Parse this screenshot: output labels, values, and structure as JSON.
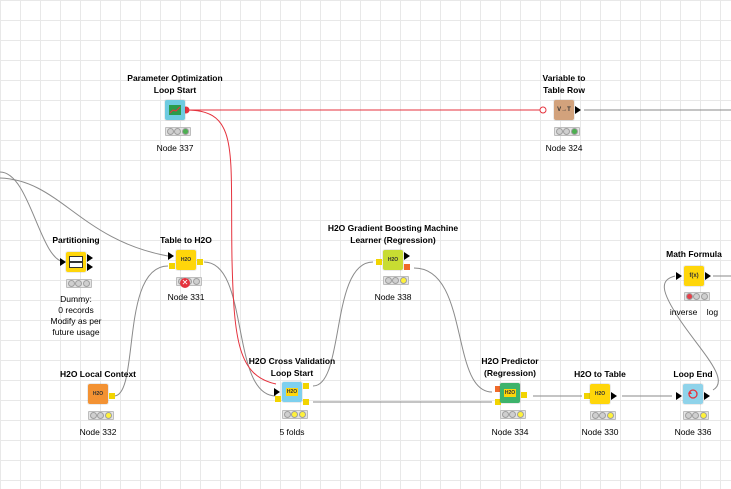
{
  "canvas": {
    "background": "#ffffff",
    "grid": "#e8e8e8",
    "wire_color": "#8a8a8a",
    "flow_var_color": "#e5323d"
  },
  "nodes": [
    {
      "id": "n337",
      "title": [
        "Parameter Optimization",
        "Loop Start"
      ],
      "label": [
        "Node 337"
      ],
      "icon_color": "#6ecbe0",
      "glyph": "chart",
      "status": [
        "none",
        "none",
        "green"
      ]
    },
    {
      "id": "n324",
      "title": [
        "Variable to",
        "Table Row"
      ],
      "label": [
        "Node 324"
      ],
      "icon_color": "#d2a27c",
      "glyph": "V→T",
      "status": [
        "none",
        "none",
        "green"
      ]
    },
    {
      "id": "npart",
      "title": [
        "Partitioning"
      ],
      "label": [
        "Dummy:",
        "0 records",
        "Modify as per",
        "future usage"
      ],
      "icon_color": "#ffd60a",
      "glyph": "split",
      "status": [
        "none",
        "none",
        "none"
      ]
    },
    {
      "id": "n331",
      "title": [
        "Table to H2O"
      ],
      "label": [
        "Node 331"
      ],
      "icon_color": "#ffd60a",
      "glyph": "H2O",
      "status": [
        "none",
        "none",
        "none"
      ],
      "error": true
    },
    {
      "id": "n338",
      "title": [
        "H2O Gradient Boosting Machine",
        "Learner (Regression)"
      ],
      "label": [
        "Node 338"
      ],
      "icon_color": "#c8dc32",
      "glyph": "H2O",
      "status": [
        "none",
        "none",
        "yellow"
      ]
    },
    {
      "id": "nmath",
      "title": [
        "Math Formula"
      ],
      "label": [
        "inverse    log"
      ],
      "icon_color": "#ffd60a",
      "glyph": "f(x)",
      "status": [
        "red",
        "none",
        "none"
      ]
    },
    {
      "id": "n332",
      "title": [
        "H2O Local Context"
      ],
      "label": [
        "Node 332"
      ],
      "icon_color": "#f39233",
      "glyph": "H2O",
      "status": [
        "none",
        "none",
        "yellow"
      ]
    },
    {
      "id": "ncv",
      "title": [
        "H2O Cross Validation",
        "Loop Start"
      ],
      "label": [
        "5 folds"
      ],
      "icon_color": "#7ed0ee",
      "glyph": "H2O",
      "status": [
        "none",
        "yellow",
        "yellow"
      ]
    },
    {
      "id": "n334",
      "title": [
        "H2O Predictor",
        "(Regression)"
      ],
      "label": [
        "Node 334"
      ],
      "icon_color": "#3db36b",
      "glyph": "H2O",
      "status": [
        "none",
        "none",
        "yellow"
      ]
    },
    {
      "id": "n330",
      "title": [
        "H2O to Table"
      ],
      "label": [
        "Node 330"
      ],
      "icon_color": "#ffd60a",
      "glyph": "H2O",
      "status": [
        "none",
        "none",
        "yellow"
      ]
    },
    {
      "id": "n336",
      "title": [
        "Loop End"
      ],
      "label": [
        "Node 336"
      ],
      "icon_color": "#8fd3ea",
      "glyph": "loop",
      "status": [
        "none",
        "none",
        "yellow"
      ]
    }
  ]
}
